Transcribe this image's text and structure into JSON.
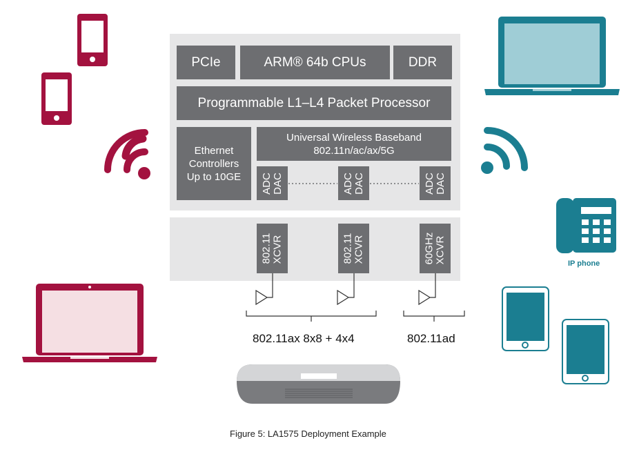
{
  "chip": {
    "pcie": "PCIe",
    "cpus": "ARM® 64b CPUs",
    "ddr": "DDR",
    "packet_processor": "Programmable L1–L4 Packet Processor",
    "ethernet": [
      "Ethernet",
      "Controllers",
      "Up to 10GE"
    ],
    "baseband": [
      "Universal Wireless Baseband",
      "802.11n/ac/ax/5G"
    ],
    "adc_dac": [
      "ADC",
      "DAC"
    ]
  },
  "transceivers": [
    [
      "802.11",
      "XCVR"
    ],
    [
      "802.11",
      "XCVR"
    ],
    [
      "60GHz",
      "XCVR"
    ]
  ],
  "bands": {
    "left": "802.11ax 8x8 + 4x4",
    "right": "802.11ad"
  },
  "devices": {
    "ip_phone": "IP phone"
  },
  "colors": {
    "block_gray": "#6d6e71",
    "panel_gray": "#e6e6e7",
    "crimson": "#a3123f",
    "teal": "#1b7e91",
    "router_gray": "#7a7b7e"
  },
  "caption": "Figure 5: LA1575 Deployment Example"
}
